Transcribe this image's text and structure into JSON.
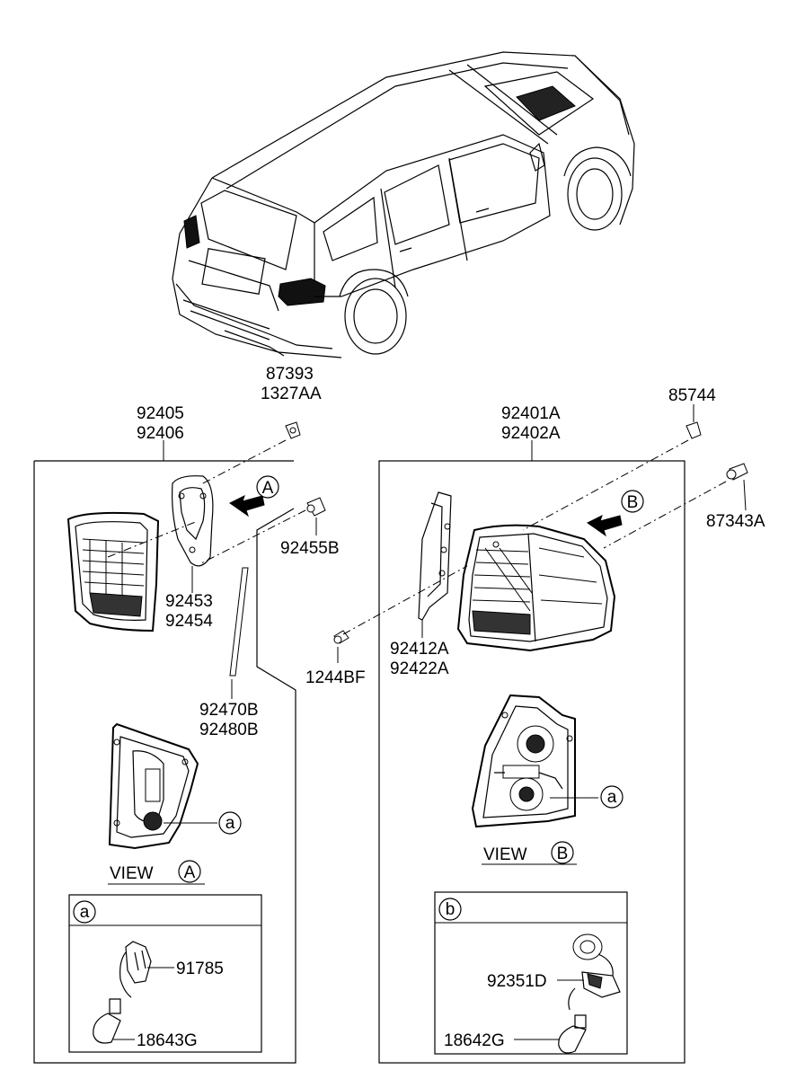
{
  "parts": {
    "p87393": "87393",
    "p1327AA": "1327AA",
    "p92405": "92405",
    "p92406": "92406",
    "p92453": "92453",
    "p92454": "92454",
    "p92455B": "92455B",
    "p92470B": "92470B",
    "p92480B": "92480B",
    "p91785": "91785",
    "p18643G": "18643G",
    "p92401A": "92401A",
    "p92402A": "92402A",
    "p85744": "85744",
    "p87343A": "87343A",
    "p92412A": "92412A",
    "p92422A": "92422A",
    "p1244BF": "1244BF",
    "p92351D": "92351D",
    "p18642G": "18642G"
  },
  "views": {
    "view_word": "VIEW",
    "view_a_letter": "A",
    "view_b_letter": "B",
    "detail_a": "a",
    "detail_b": "b"
  }
}
